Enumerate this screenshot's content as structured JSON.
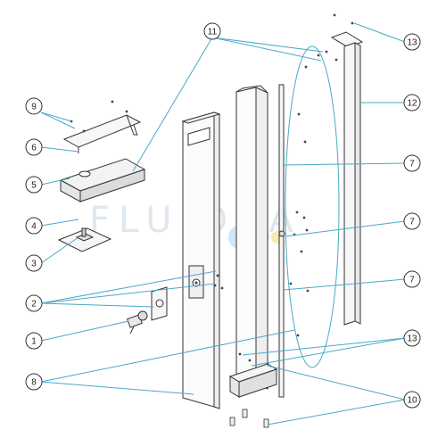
{
  "watermark": {
    "text": "FLUIDRA",
    "dot_colors": [
      "#cfe6f5",
      "#e6f0c8",
      "#f4edb0"
    ]
  },
  "callout_color": "#4aa8c8",
  "bubble_stroke": "#333333",
  "callouts": [
    {
      "id": "1",
      "label": "1"
    },
    {
      "id": "2",
      "label": "2"
    },
    {
      "id": "3",
      "label": "3"
    },
    {
      "id": "4",
      "label": "4"
    },
    {
      "id": "5",
      "label": "5"
    },
    {
      "id": "6",
      "label": "6"
    },
    {
      "id": "7a",
      "label": "7"
    },
    {
      "id": "7b",
      "label": "7"
    },
    {
      "id": "7c",
      "label": "7"
    },
    {
      "id": "8",
      "label": "8"
    },
    {
      "id": "9",
      "label": "9"
    },
    {
      "id": "10",
      "label": "10"
    },
    {
      "id": "11",
      "label": "11"
    },
    {
      "id": "12",
      "label": "12"
    },
    {
      "id": "13a",
      "label": "13"
    },
    {
      "id": "13b",
      "label": "13"
    }
  ]
}
